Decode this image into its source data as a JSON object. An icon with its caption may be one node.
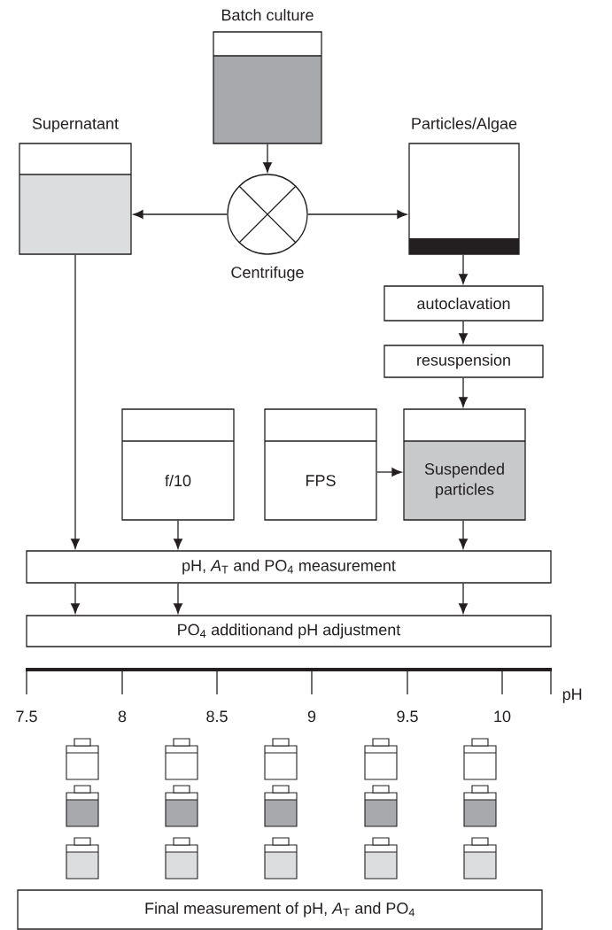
{
  "diagram": {
    "nodes": [
      {
        "text": [
          "Batch culture"
        ]
      },
      {
        "text": [
          "Centrifuge"
        ]
      },
      {
        "text": [
          "Supernatant"
        ]
      },
      {
        "text": [
          "Particles/Algae"
        ]
      },
      {
        "text": [
          "autoclavation"
        ]
      },
      {
        "text": [
          "resuspension"
        ]
      },
      {
        "text": [
          "f/10"
        ]
      },
      {
        "text": [
          "FPS"
        ]
      },
      {
        "text": [
          "Suspended particles"
        ]
      },
      {
        "text": [
          "pH, *A*$_{T}$ and PO$_{4}$ measurement"
        ]
      },
      {
        "text": [
          "PO$_{4}$ additionand pH adjustment"
        ]
      },
      {
        "text": [
          "Final measurement of pH, *A*$_{T}$ and PO$_{4}$"
        ]
      }
    ],
    "edges": [
      {
        "from": 0,
        "to": 1,
        "arrow": "to"
      },
      {
        "from": 1,
        "to": 2,
        "arrow": "to"
      },
      {
        "from": 1,
        "to": 3,
        "arrow": "to"
      },
      {
        "from": 3,
        "to": 4,
        "arrow": "to"
      },
      {
        "from": 4,
        "to": 5,
        "arrow": "to"
      },
      {
        "from": 5,
        "to": 8,
        "arrow": "to"
      },
      {
        "from": 7,
        "to": 8,
        "arrow": "to"
      },
      {
        "from": 2,
        "to": 9,
        "arrow": "to"
      },
      {
        "from": 6,
        "to": 9,
        "arrow": "to"
      },
      {
        "from": 8,
        "to": 9,
        "arrow": "to"
      },
      {
        "from": 9,
        "to": 10,
        "arrow": "to"
      },
      {
        "from": 9,
        "to": 10,
        "arrow": "to"
      },
      {
        "from": 9,
        "to": 10,
        "arrow": "to"
      }
    ],
    "labels": [
      "7.5",
      "8",
      "8.5",
      "9",
      "9.5",
      "10",
      "pH"
    ]
  }
}
